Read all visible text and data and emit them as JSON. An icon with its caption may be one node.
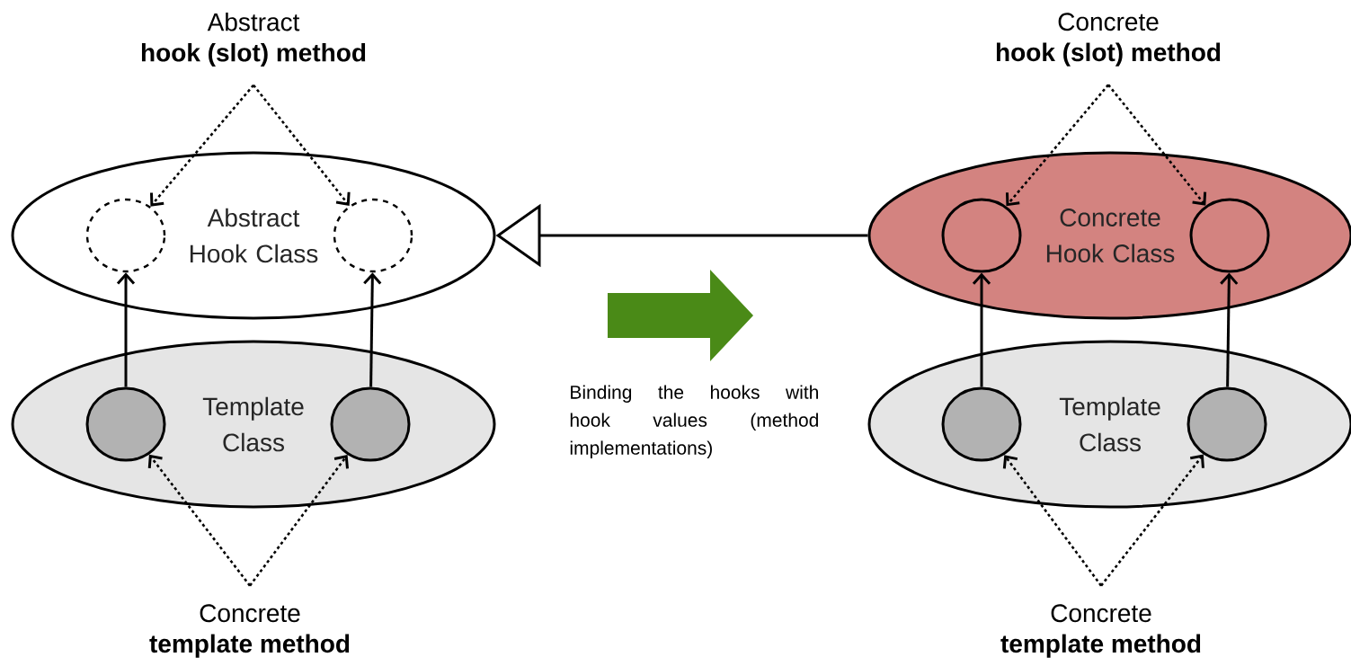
{
  "diagram": {
    "nodes": [
      {
        "text": [
          "Abstract",
          "hook (slot) method"
        ]
      },
      {
        "text": [
          "Abstract Hook Class"
        ]
      },
      {
        "text": [],
        "shape": "circle",
        "in": 1
      },
      {
        "text": [],
        "shape": "circle",
        "in": 1
      },
      {
        "text": [
          "Template Class"
        ]
      },
      {
        "text": [],
        "shape": "circle",
        "in": 4
      },
      {
        "text": [],
        "shape": "circle",
        "in": 4
      },
      {
        "text": [
          "Concrete",
          "template method"
        ]
      },
      {
        "text": [
          "Concrete",
          "hook (slot) method"
        ]
      },
      {
        "text": [
          "Concrete Hook Class"
        ]
      },
      {
        "text": [],
        "shape": "circle",
        "in": 9
      },
      {
        "text": [],
        "shape": "circle",
        "in": 9
      },
      {
        "text": [
          "Template Class"
        ]
      },
      {
        "text": [],
        "shape": "circle",
        "in": 12
      },
      {
        "text": [],
        "shape": "circle",
        "in": 12
      },
      {
        "text": [
          "Concrete",
          "template method"
        ]
      }
    ],
    "edges": [
      {
        "from": 0,
        "to": 2,
        "arrow": "to",
        "style": "dashed"
      },
      {
        "from": 0,
        "to": 3,
        "arrow": "to",
        "style": "dashed"
      },
      {
        "from": 5,
        "to": 2,
        "arrow": "to"
      },
      {
        "from": 6,
        "to": 3,
        "arrow": "to"
      },
      {
        "from": 7,
        "to": 5,
        "arrow": "to",
        "style": "dashed"
      },
      {
        "from": 7,
        "to": 6,
        "arrow": "to",
        "style": "dashed"
      },
      {
        "from": 9,
        "to": 1,
        "arrow": "to"
      },
      {
        "from": 8,
        "to": 10,
        "arrow": "to",
        "style": "dashed"
      },
      {
        "from": 8,
        "to": 11,
        "arrow": "to",
        "style": "dashed"
      },
      {
        "from": 13,
        "to": 10,
        "arrow": "to"
      },
      {
        "from": 14,
        "to": 11,
        "arrow": "to"
      },
      {
        "from": 15,
        "to": 13,
        "arrow": "to",
        "style": "dashed"
      },
      {
        "from": 15,
        "to": 14,
        "arrow": "to",
        "style": "dashed"
      }
    ],
    "labels": [
      "Binding the hooks with hook values (method implementations)"
    ]
  }
}
